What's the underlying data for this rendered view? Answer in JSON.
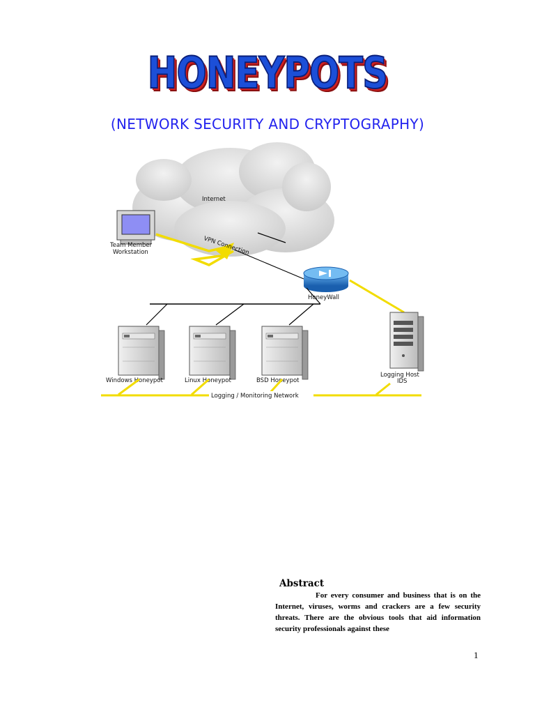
{
  "document": {
    "title": "HONEYPOTS",
    "subtitle": "(NETWORK SECURITY AND CRYPTOGRAPHY)",
    "page_number": "1"
  },
  "diagram": {
    "cloud_label": "Internet",
    "workstation_label_1": "Team Member",
    "workstation_label_2": "Workstation",
    "vpn_label": "VPN Connection",
    "honeywall_label": "HoneyWall",
    "honeypots": [
      "Windows Honeypot",
      "Linux Honeypot",
      "BSD Honeypot"
    ],
    "logging_host_label_1": "Logging Host",
    "logging_host_label_2": "IDS",
    "network_label": "Logging / Monitoring Network",
    "colors": {
      "cloud": "#dadada",
      "link_yellow": "#f2dc00",
      "router_blue": "#2e86d8",
      "server_gray": "#d8d8d8"
    }
  },
  "abstract": {
    "heading": "Abstract",
    "body": "For every consumer and business that is on the Internet, viruses, worms and crackers are  a few security threats. There are the obvious tools that aid information security professionals against these"
  }
}
